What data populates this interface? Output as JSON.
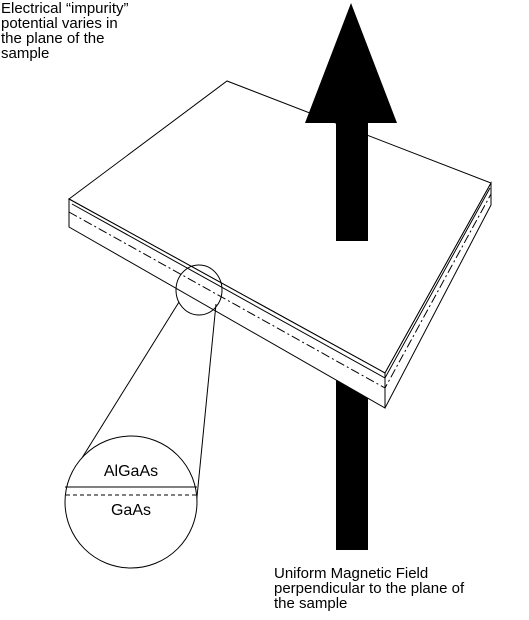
{
  "annotations": {
    "impurity_note": [
      "Electrical “impurity”",
      "potential varies in",
      "the plane of the",
      "sample"
    ],
    "field_note": [
      "Uniform Magnetic Field",
      "perpendicular to the plane of",
      "the sample"
    ]
  },
  "inset": {
    "upper_layer": "AlGaAs",
    "lower_layer": "GaAs"
  },
  "colors": {
    "line": "#000000",
    "fill": "#ffffff"
  }
}
